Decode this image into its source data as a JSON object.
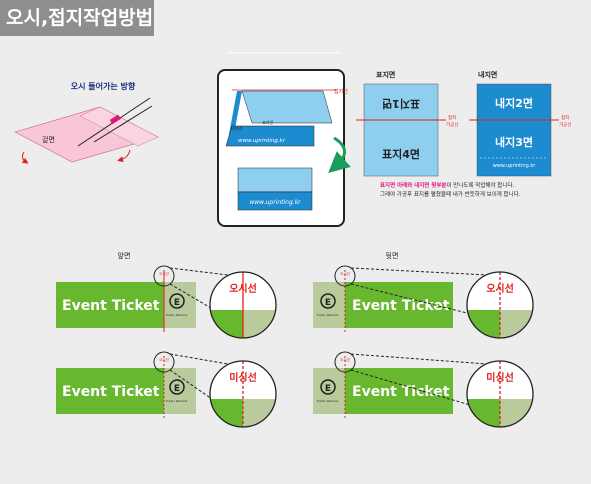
{
  "title": "오시,접지작업방법",
  "step1": {
    "label": "오시 들어가는 방향",
    "panel_label": "겉면"
  },
  "step2": {
    "fold_line_label": "접지선",
    "cover_label": "표지면",
    "inner_label": "내지면",
    "url": "www.uprinting.kr"
  },
  "step3": {
    "cover_title": "표지면",
    "inner_title": "내지면",
    "cover_page_top": "표지1면",
    "cover_page_bottom": "표지4면",
    "inner_page_top": "내지2면",
    "inner_page_bottom": "내지3면",
    "fold_label_line1": "접지",
    "fold_label_line2": "가공선",
    "url": "www.uprinting.kr",
    "note_highlight": "표지면 아래와 내지면 윗부분",
    "note_line1": "이 만나도록 작업해야 합니다.",
    "note_line2": "그래야 가공후 표지를 펼쳤을때 내가 반듯하게 보이게 합니다."
  },
  "tickets": {
    "front_label": "앞면",
    "back_label": "뒷면",
    "ticket_text": "Event Ticket",
    "badge_letter": "E",
    "small_text": "Ticket / Welcome",
    "callout_tag": "오시선",
    "score_label": "오시선",
    "perf_label": "미싱선"
  },
  "colors": {
    "green": "#67b82f",
    "light_green": "#b9cb9c",
    "light_blue": "#8ecff0",
    "blue": "#1c8bd0",
    "red": "#e02020",
    "pink": "#e0157a"
  }
}
